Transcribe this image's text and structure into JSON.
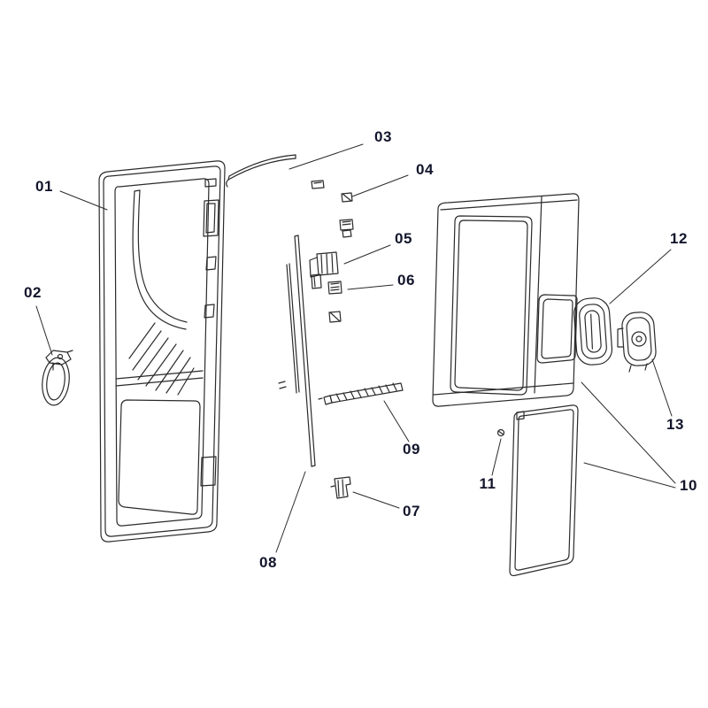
{
  "diagram": {
    "colors": {
      "line": "#2b2b2b",
      "label": "#12152b",
      "background": "#ffffff"
    },
    "part_labels": {
      "p01": "01",
      "p02": "02",
      "p03": "03",
      "p04": "04",
      "p05": "05",
      "p06": "06",
      "p07": "07",
      "p08": "08",
      "p09": "09",
      "p10": "10",
      "p11": "11",
      "p12": "12",
      "p13": "13"
    }
  }
}
